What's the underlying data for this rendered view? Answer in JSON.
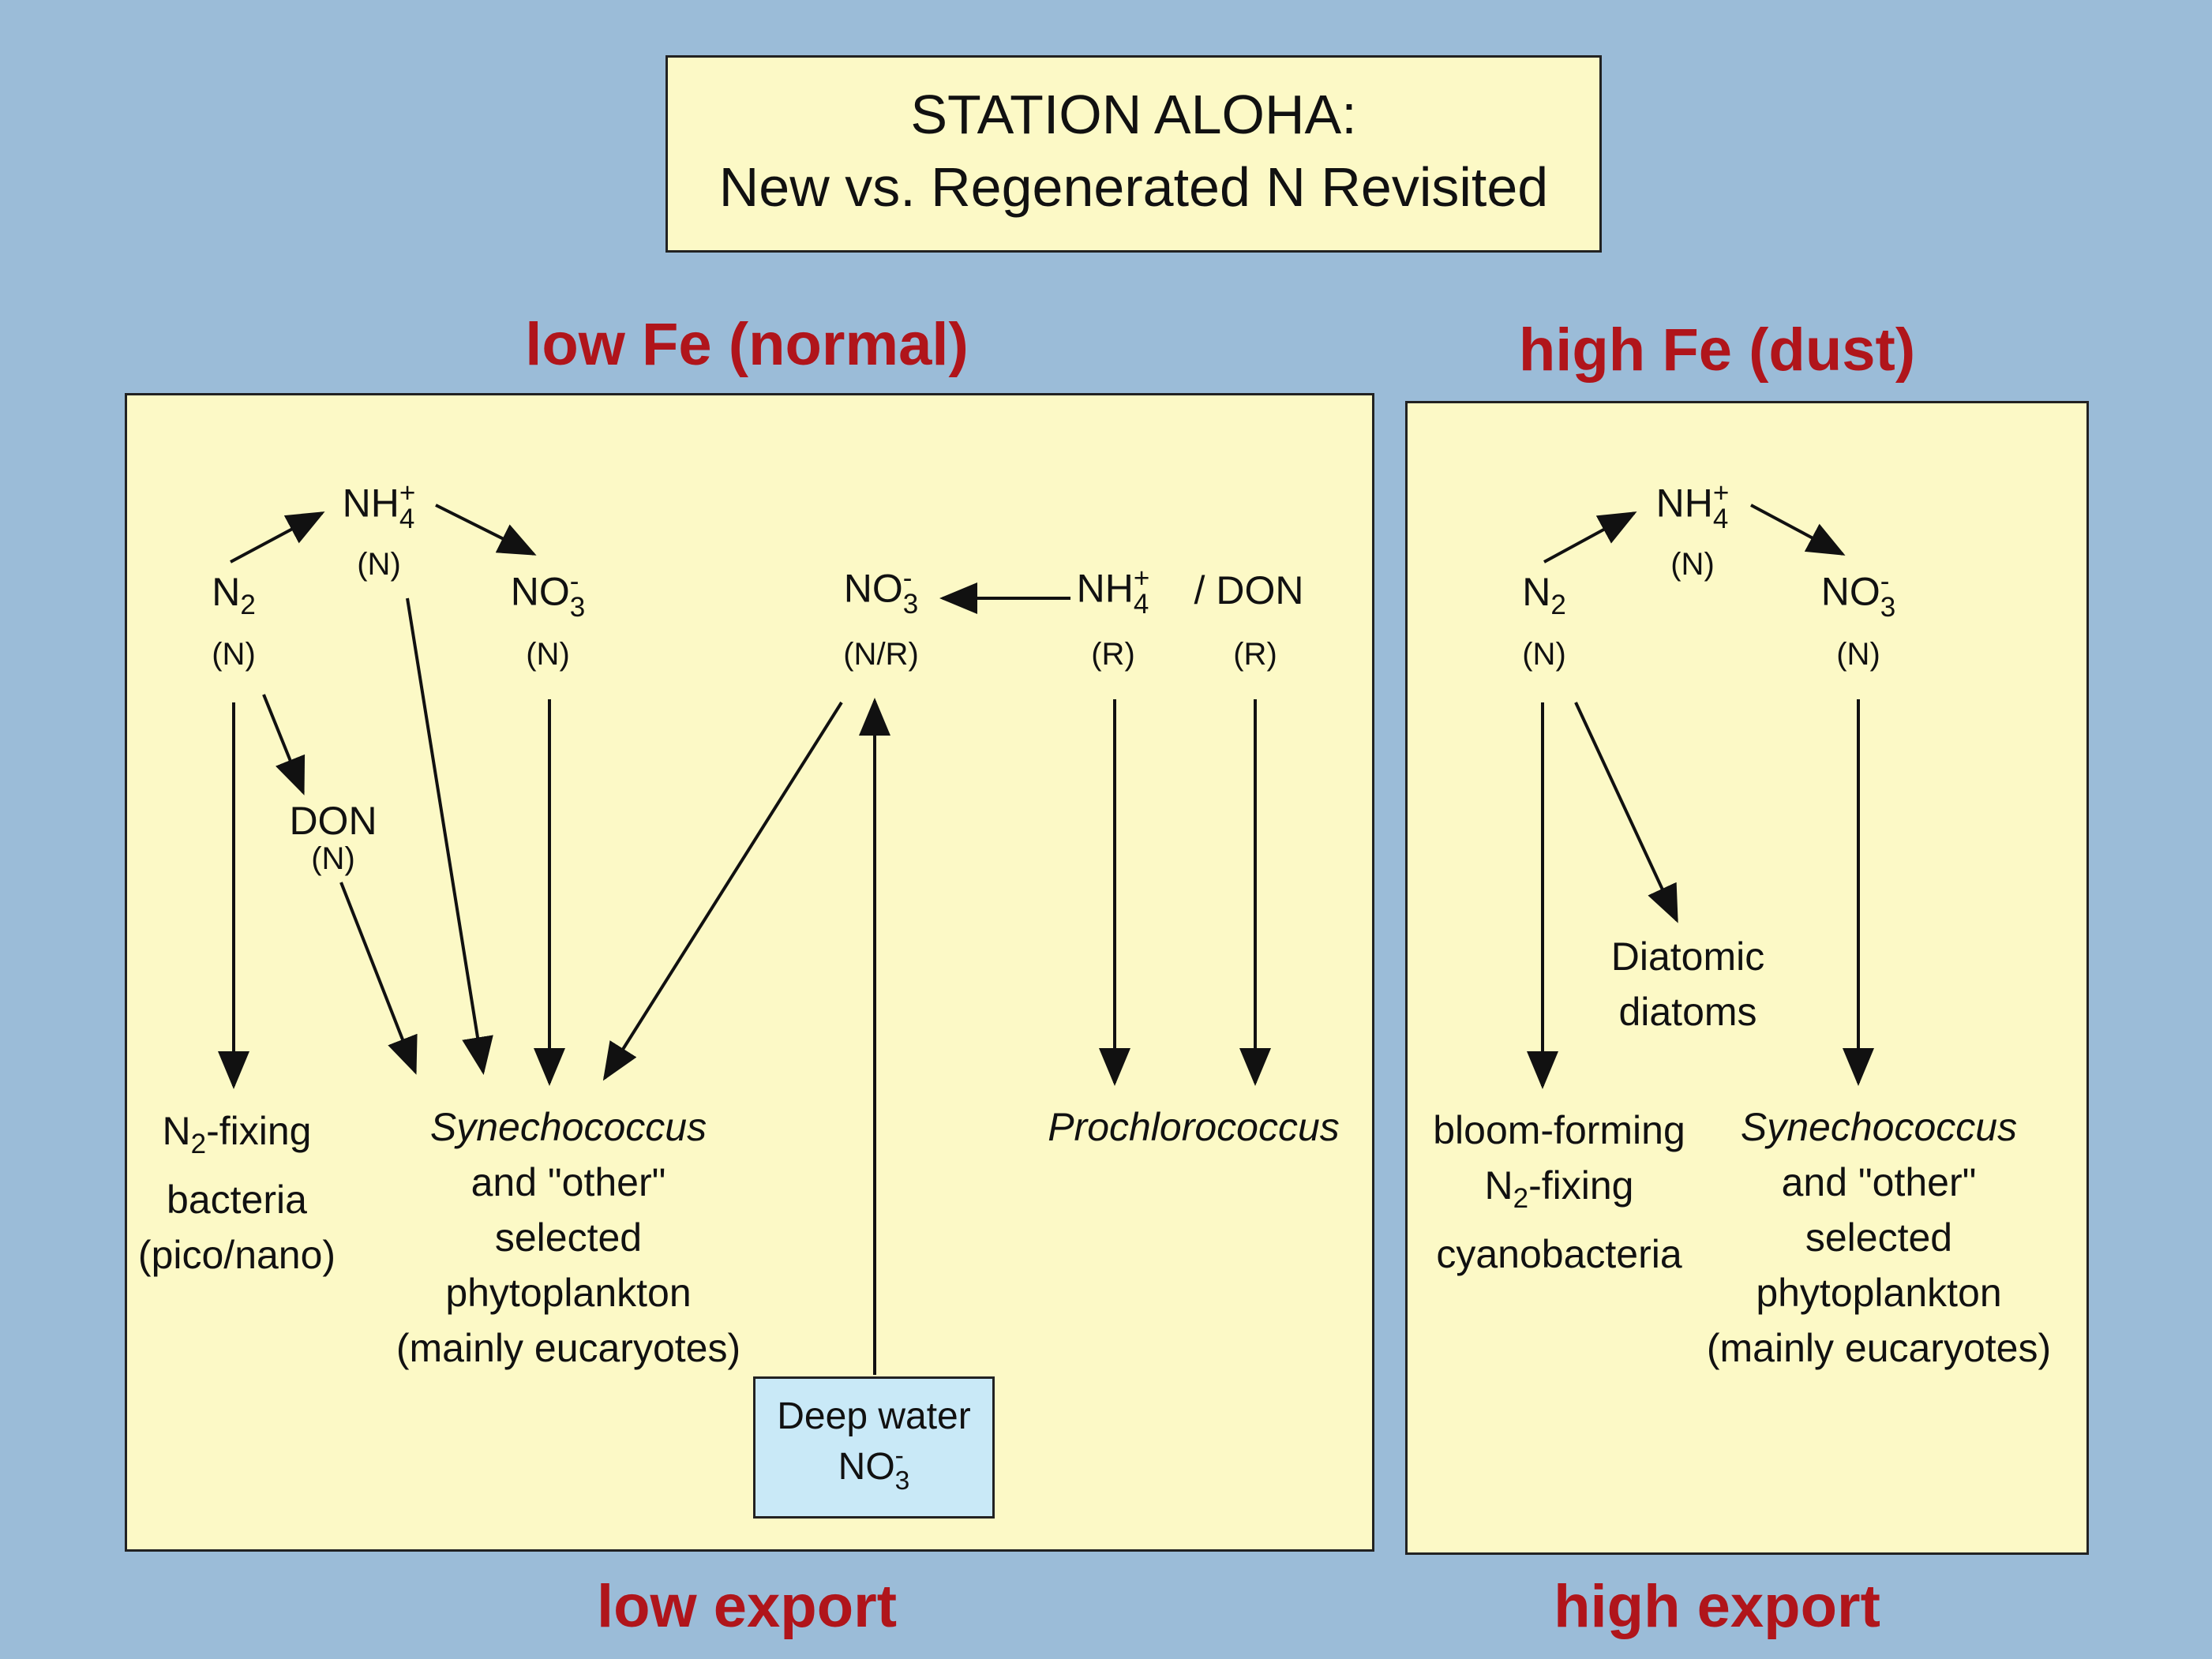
{
  "title": {
    "line1": "STATION ALOHA:",
    "line2": "New vs. Regenerated N Revisited"
  },
  "left_panel": {
    "heading": "low Fe (normal)",
    "footer": "low export",
    "nodes": {
      "n2": {
        "main": "N",
        "sub": "2",
        "tag": "(N)"
      },
      "nh4": {
        "main": "NH",
        "sup": "+",
        "sub": "4",
        "tag": "(N)"
      },
      "no3": {
        "main": "NO",
        "sup": "-",
        "sub": "3",
        "tag": "(N)"
      },
      "don": {
        "main": "DON",
        "tag": "(N)"
      },
      "no3_nr": {
        "main": "NO",
        "sup": "-",
        "sub": "3",
        "tag": "(N/R)"
      },
      "nh4_r": {
        "main": "NH",
        "sup": "+",
        "sub": "4",
        "tag": "(R)"
      },
      "don_r": {
        "main": "/ DON",
        "tag": "(R)"
      }
    },
    "targets": {
      "n2_fixing": {
        "line1_main": "N",
        "line1_sub": "2",
        "line1_rest": "-fixing",
        "line2": "bacteria",
        "line3": "(pico/nano)"
      },
      "synechococcus": {
        "line1": "Synechococcus",
        "line2": "and \"other\"",
        "line3": "selected",
        "line4": "phytoplankton",
        "line5": "(mainly eucaryotes)"
      },
      "prochlorococcus": {
        "line1": "Prochlorococcus"
      }
    },
    "deep_water": {
      "line1": "Deep water",
      "line2_main": "NO",
      "line2_sup": "-",
      "line2_sub": "3"
    }
  },
  "right_panel": {
    "heading": "high Fe (dust)",
    "footer": "high export",
    "nodes": {
      "n2": {
        "main": "N",
        "sub": "2",
        "tag": "(N)"
      },
      "nh4": {
        "main": "NH",
        "sup": "+",
        "sub": "4",
        "tag": "(N)"
      },
      "no3": {
        "main": "NO",
        "sup": "-",
        "sub": "3",
        "tag": "(N)"
      }
    },
    "targets": {
      "diatoms": {
        "line1": "Diatomic",
        "line2": "diatoms"
      },
      "bloom": {
        "line1": "bloom-forming",
        "line2_main": "N",
        "line2_sub": "2",
        "line2_rest": "-fixing",
        "line3": "cyanobacteria"
      },
      "synechococcus": {
        "line1": "Synechococcus",
        "line2": "and \"other\"",
        "line3": "selected",
        "line4": "phytoplankton",
        "line5": "(mainly eucaryotes)"
      }
    }
  }
}
